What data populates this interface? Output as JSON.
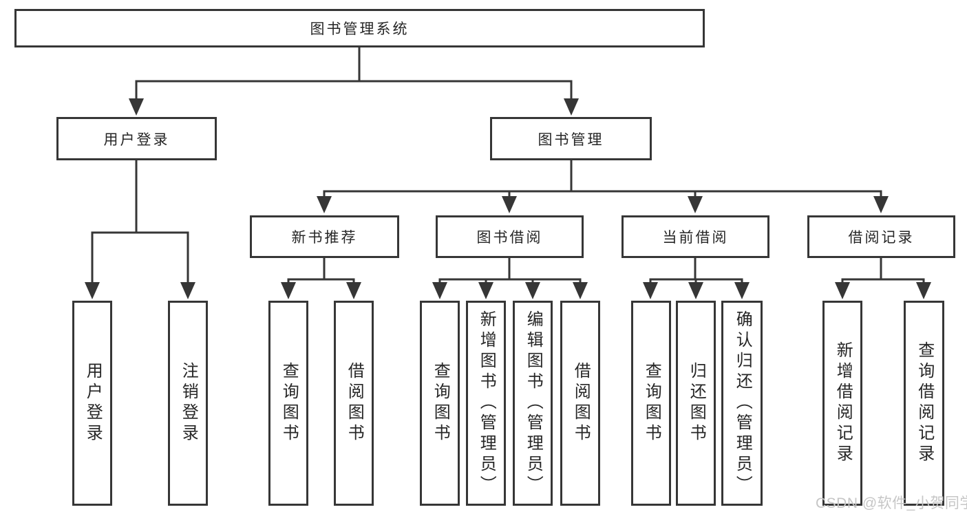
{
  "diagram": {
    "root": "图书管理系统",
    "user": {
      "label": "用户登录",
      "leaves": [
        "用户登录",
        "注销登录"
      ]
    },
    "mgmt": {
      "label": "图书管理",
      "groups": [
        {
          "label": "新书推荐",
          "leaves": [
            "查询图书",
            "借阅图书"
          ]
        },
        {
          "label": "图书借阅",
          "leaves": [
            "查询图书",
            "新增图书（管理员）",
            "编辑图书（管理员）",
            "借阅图书"
          ]
        },
        {
          "label": "当前借阅",
          "leaves": [
            "查询图书",
            "归还图书",
            "确认归还（管理员）"
          ]
        },
        {
          "label": "借阅记录",
          "leaves": [
            "新增借阅记录",
            "查询借阅记录"
          ]
        }
      ]
    }
  },
  "watermark": "CSDN @软件_小贺同学",
  "colors": {
    "background": "#ffffff",
    "line": "#363636",
    "box_border": "#363636",
    "text": "#262626",
    "watermark": "#c6c6c6"
  }
}
